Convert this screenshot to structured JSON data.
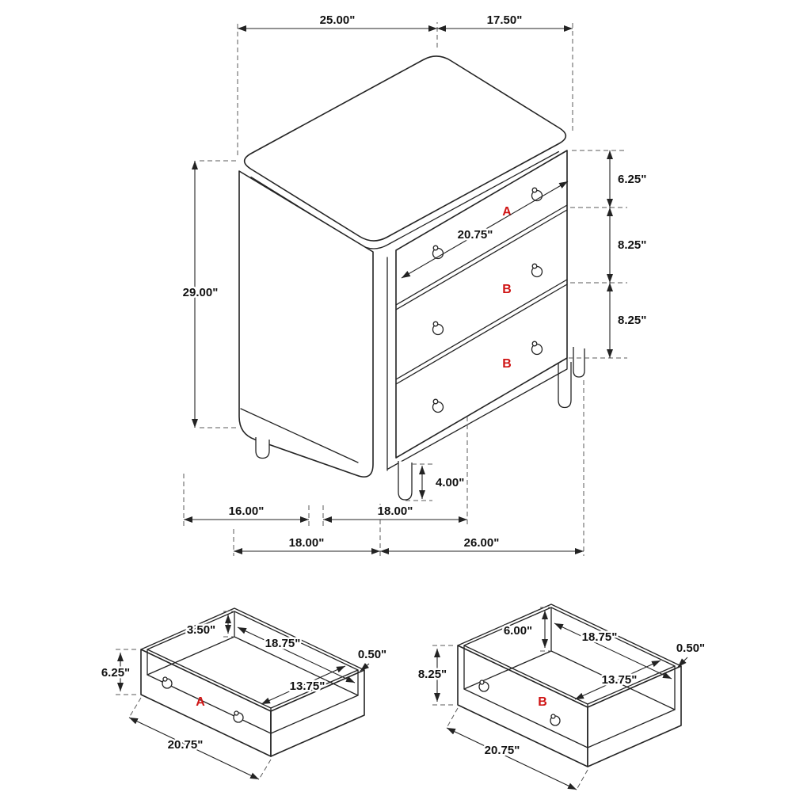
{
  "page": {
    "background": "#ffffff"
  },
  "colors": {
    "line": "#232323",
    "dim_text": "#111111",
    "drawer_label": "#cf1414",
    "extension_line": "#5a5a5a"
  },
  "main_view": {
    "labels": {
      "drawer_a": "A",
      "drawer_b_middle": "B",
      "drawer_b_bottom": "B"
    },
    "dims": {
      "top_width": "25.00\"",
      "top_depth": "17.50\"",
      "height": "29.00\"",
      "drawer_a_height": "6.25\"",
      "drawer_b_middle_height": "8.25\"",
      "drawer_b_bottom_height": "8.25\"",
      "drawer_face_width": "20.75\"",
      "leg_height": "4.00\"",
      "floor_span_left": "16.00\"",
      "floor_span_right": "18.00\"",
      "footprint_width": "18.00\"",
      "footprint_depth": "26.00\""
    }
  },
  "drawer_a_view": {
    "label": "A",
    "dims": {
      "inner_height": "3.50\"",
      "inner_width": "18.75\"",
      "wall_thickness": "0.50\"",
      "inner_depth": "13.75\"",
      "front_height": "6.25\"",
      "front_width": "20.75\""
    }
  },
  "drawer_b_view": {
    "label": "B",
    "dims": {
      "inner_height": "6.00\"",
      "inner_width": "18.75\"",
      "wall_thickness": "0.50\"",
      "inner_depth": "13.75\"",
      "front_height": "8.25\"",
      "front_width": "20.75\""
    }
  }
}
